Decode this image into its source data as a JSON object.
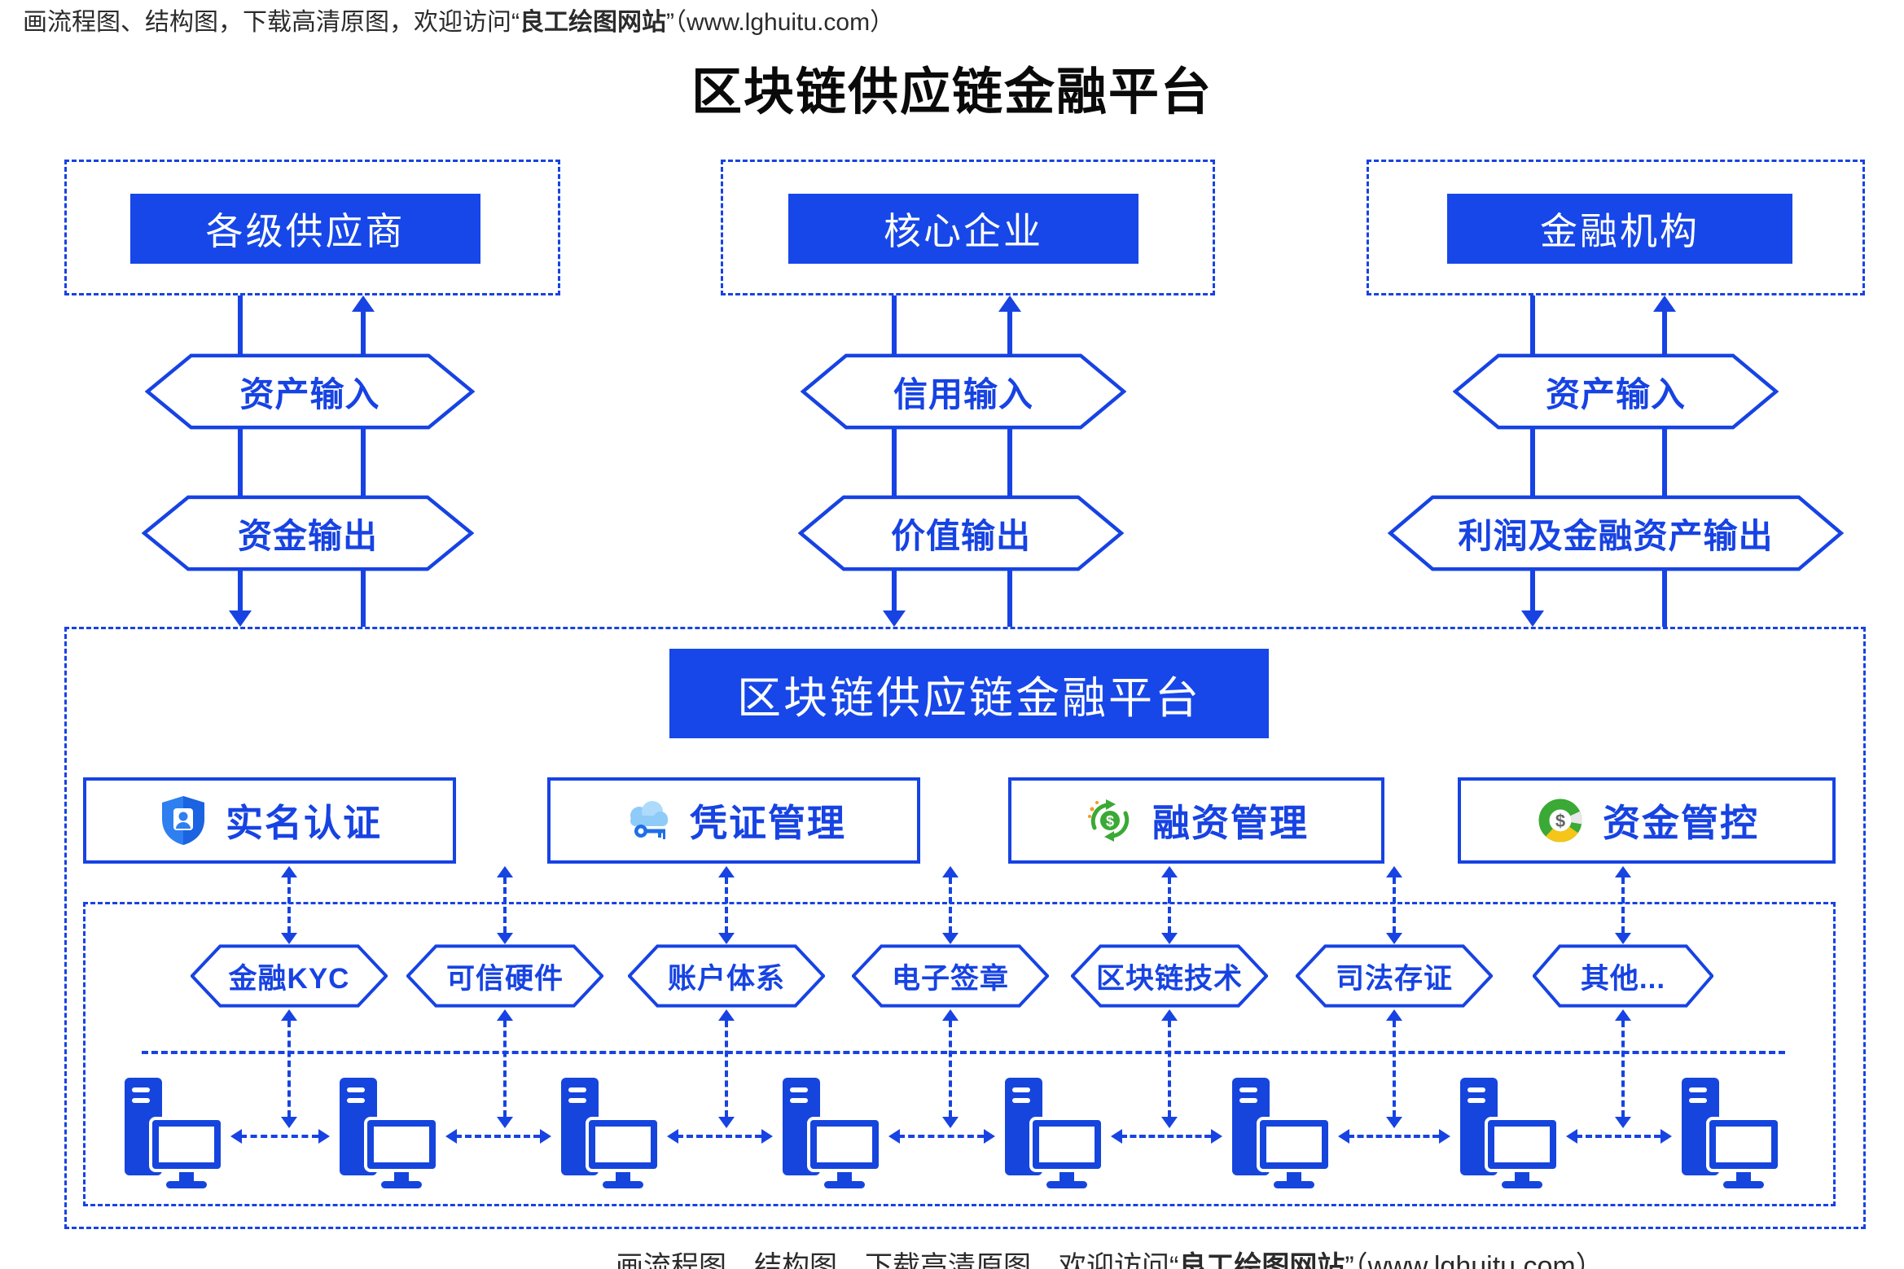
{
  "watermark": {
    "part1": "画流程图、结构图，下载高清原图，欢迎访问“",
    "brand": "良工绘图网站",
    "part2": "”（www.lghuitu.com）"
  },
  "title": "区块链供应链金融平台",
  "top_groups": [
    {
      "label": "各级供应商",
      "input": "资产输入",
      "output": "资金输出"
    },
    {
      "label": "核心企业",
      "input": "信用输入",
      "output": "价值输出"
    },
    {
      "label": "金融机构",
      "input": "资产输入",
      "output": "利润及金融资产输出"
    }
  ],
  "platform": {
    "title": "区块链供应链金融平台",
    "modules": [
      {
        "label": "实名认证",
        "icon": "shield-person-icon"
      },
      {
        "label": "凭证管理",
        "icon": "cloud-key-icon"
      },
      {
        "label": "融资管理",
        "icon": "money-cycle-icon"
      },
      {
        "label": "资金管控",
        "icon": "donut-chart-icon"
      }
    ],
    "tech_items": [
      {
        "label": "金融KYC"
      },
      {
        "label": "可信硬件"
      },
      {
        "label": "账户体系"
      },
      {
        "label": "电子签章"
      },
      {
        "label": "区块链技术"
      },
      {
        "label": "司法存证"
      },
      {
        "label": "其他..."
      }
    ],
    "network_node_count": 8
  },
  "colors": {
    "primary_blue": "#1743E3",
    "fill_blue": "#1747E8",
    "icon_green": "#3AA935",
    "icon_yellow": "#F5C518",
    "icon_light_blue": "#8FCBF8",
    "icon_key_blue": "#1D6FE8",
    "icon_orange": "#F59A23"
  }
}
